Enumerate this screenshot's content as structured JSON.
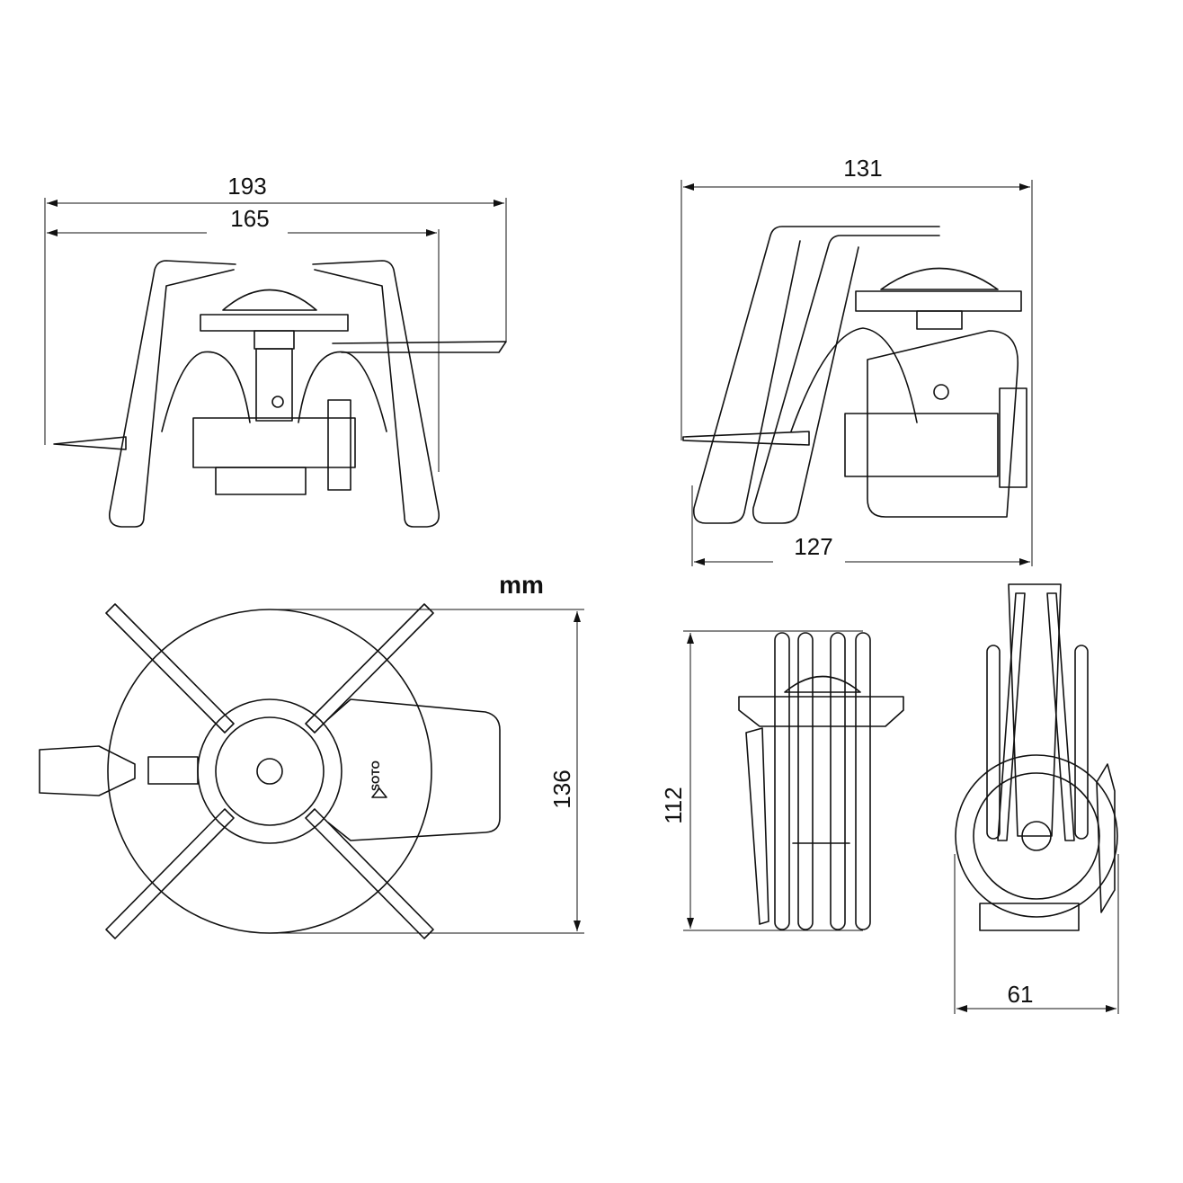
{
  "title": "Stove dimension drawing",
  "units": "mm",
  "dimensions": {
    "front_width_overall": "193",
    "front_width_legs": "165",
    "side_width_overall": "131",
    "side_width_base": "127",
    "top_depth": "136",
    "folded_height": "112",
    "folded_width": "61"
  },
  "logo_text": "SOTO",
  "colors": {
    "line": "#111111",
    "background": "#ffffff"
  }
}
